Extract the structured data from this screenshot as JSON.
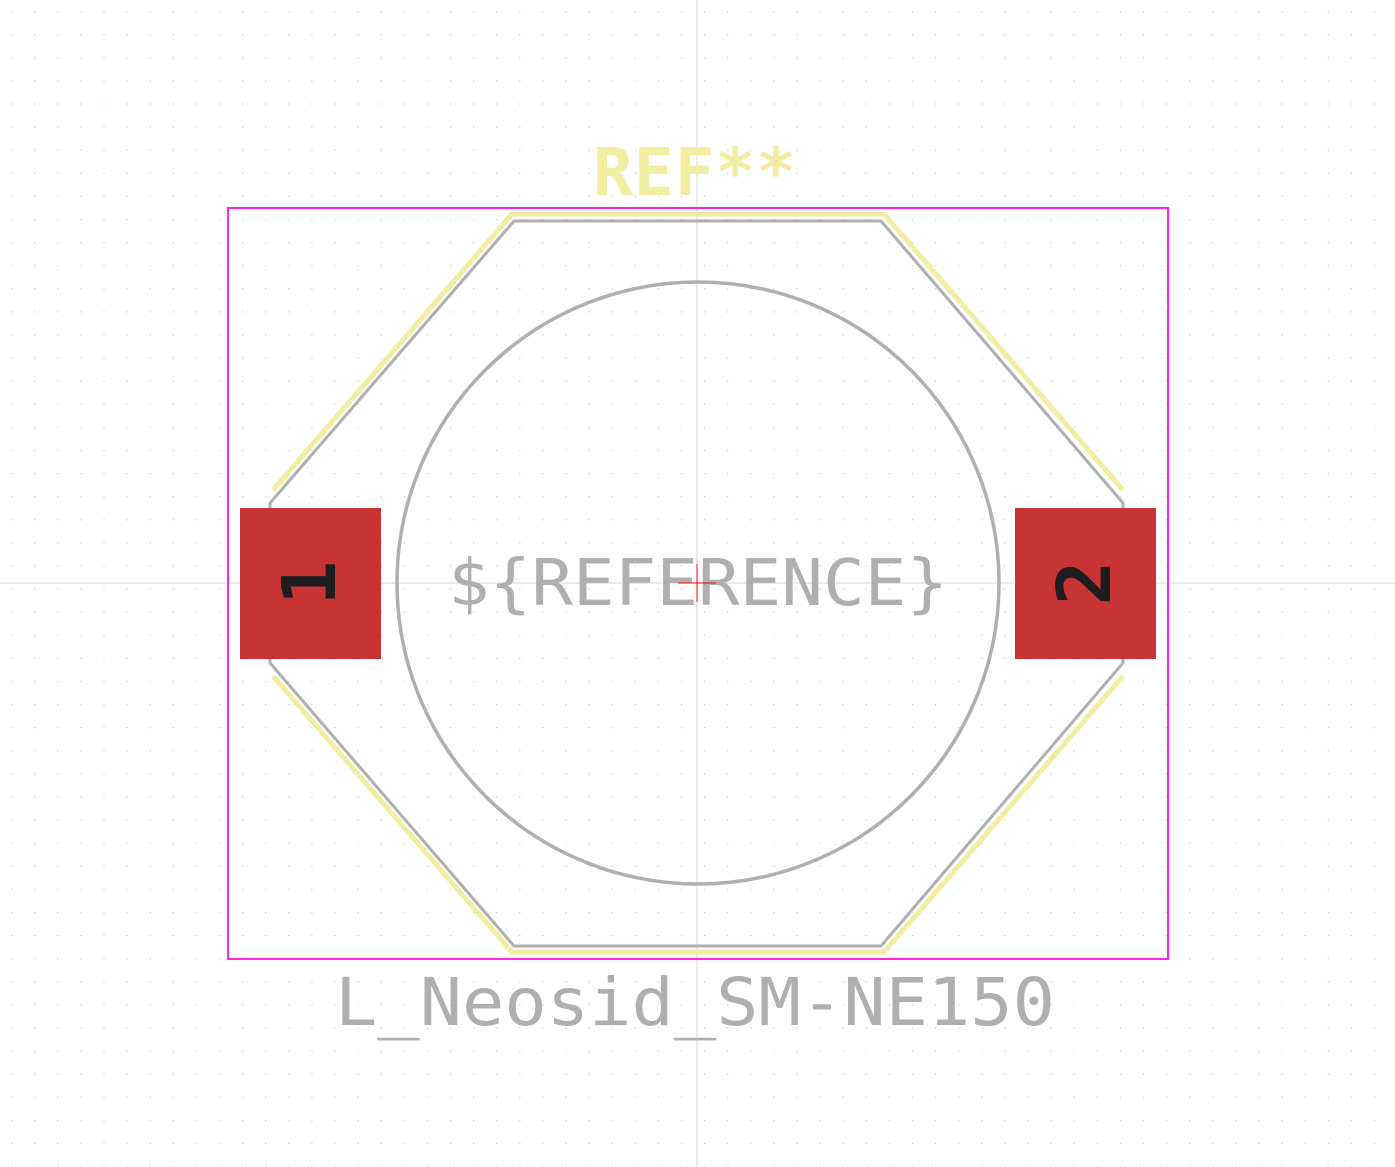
{
  "footprint": {
    "reference_silk": "REF**",
    "reference_fab": "${REFERENCE}",
    "value": "L_Neosid_SM-NE150",
    "pads": [
      {
        "number": "1"
      },
      {
        "number": "2"
      }
    ]
  },
  "colors": {
    "background": "#ffffff",
    "grid_dot": "#c8c8c8",
    "axis": "#d4d4d4",
    "silkscreen": "#f2eda1",
    "fab": "#afafaf",
    "courtyard": "#ff26e2",
    "pad": "#c83434",
    "pad_number": "#1e1e1e",
    "origin": "#ff0000"
  }
}
